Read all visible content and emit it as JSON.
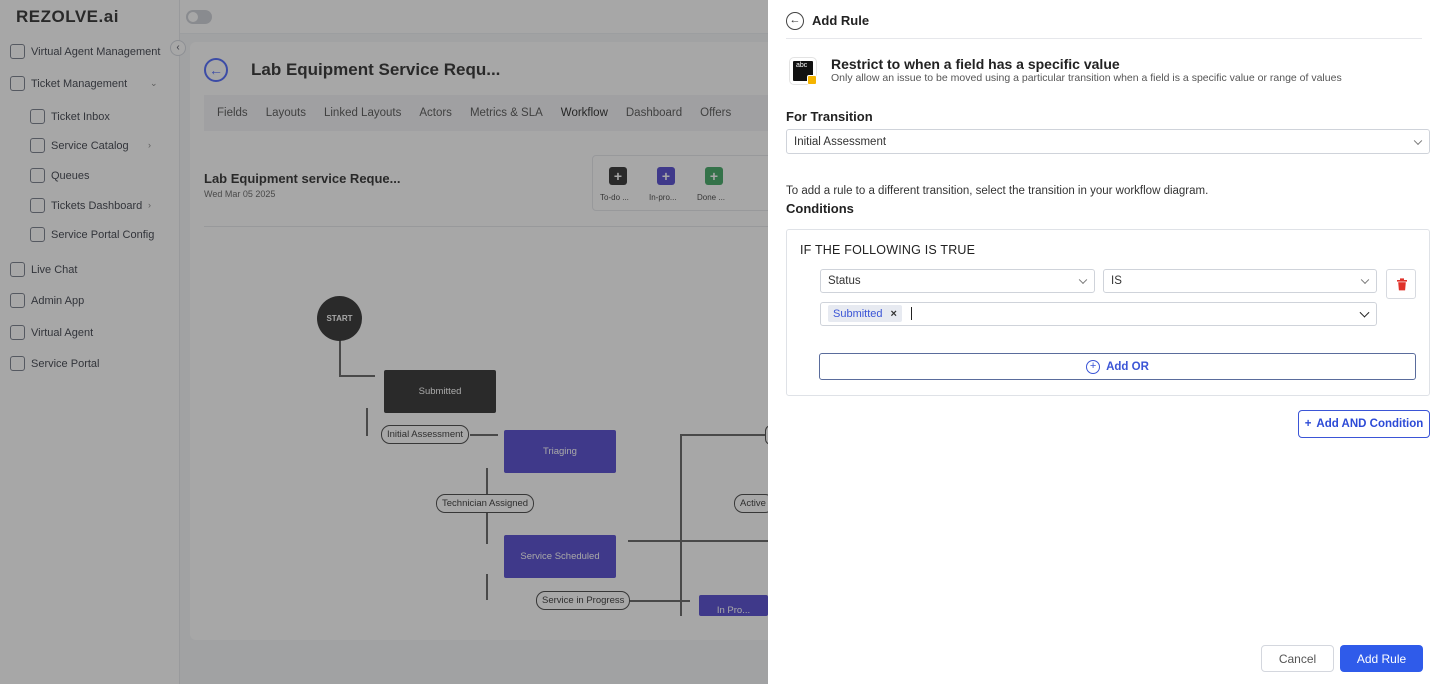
{
  "app": {
    "logo": "REZOLVE.ai",
    "sidebar": {
      "items": [
        {
          "label": "Virtual Agent Management",
          "icon": "users-icon"
        },
        {
          "label": "Ticket Management",
          "icon": "ticket-icon"
        },
        {
          "label": "Ticket Inbox",
          "icon": "tag-icon"
        },
        {
          "label": "Service Catalog",
          "icon": "wrench-icon"
        },
        {
          "label": "Queues",
          "icon": "list-icon"
        },
        {
          "label": "Tickets Dashboard",
          "icon": "grid-icon"
        },
        {
          "label": "Service Portal Config",
          "icon": "document-icon"
        },
        {
          "label": "Live Chat",
          "icon": "chat-icon"
        },
        {
          "label": "Admin App",
          "icon": "sliders-icon"
        },
        {
          "label": "Virtual Agent",
          "icon": "robot-icon"
        },
        {
          "label": "Service Portal",
          "icon": "portal-icon"
        }
      ]
    },
    "page_title": "Lab Equipment Service Requ...",
    "tabs": [
      "Fields",
      "Layouts",
      "Linked Layouts",
      "Actors",
      "Metrics & SLA",
      "Workflow",
      "Dashboard",
      "Offers"
    ],
    "active_tab": "Workflow",
    "workflow": {
      "title": "Lab Equipment service Reque...",
      "date": "Wed Mar 05 2025",
      "tools": [
        "To-do ...",
        "In-pro...",
        "Done ..."
      ],
      "nodes": {
        "start": "START",
        "submitted": "Submitted",
        "triaging": "Triaging",
        "service_scheduled": "Service Scheduled",
        "in_progress": "In Pro..."
      },
      "transitions": {
        "initial_assessment": "Initial Assessment",
        "technician_assigned": "Technician Assigned",
        "service_in_progress": "Service in Progress",
        "active": "Active"
      }
    }
  },
  "drawer": {
    "title": "Add Rule",
    "rule": {
      "icon_text": "abc",
      "title": "Restrict to when a field has a specific value",
      "subtitle": "Only allow an issue to be moved using a particular transition when a field is a specific value or range of values"
    },
    "for_transition_label": "For Transition",
    "transition_value": "Initial Assessment",
    "helper_text": "To add a rule to a different transition, select the transition in your workflow diagram.",
    "conditions_label": "Conditions",
    "condition_header": "IF THE FOLLOWING IS TRUE",
    "field_value": "Status",
    "operator_value": "IS",
    "chip_value": "Submitted",
    "add_or_label": "Add OR",
    "add_and_label": "Add AND Condition",
    "cancel_label": "Cancel",
    "submit_label": "Add Rule"
  },
  "colors": {
    "accent": "#2f5bea",
    "node_dark": "#1d1d1d",
    "node_purple": "#4338ca",
    "danger": "#e0322a"
  }
}
